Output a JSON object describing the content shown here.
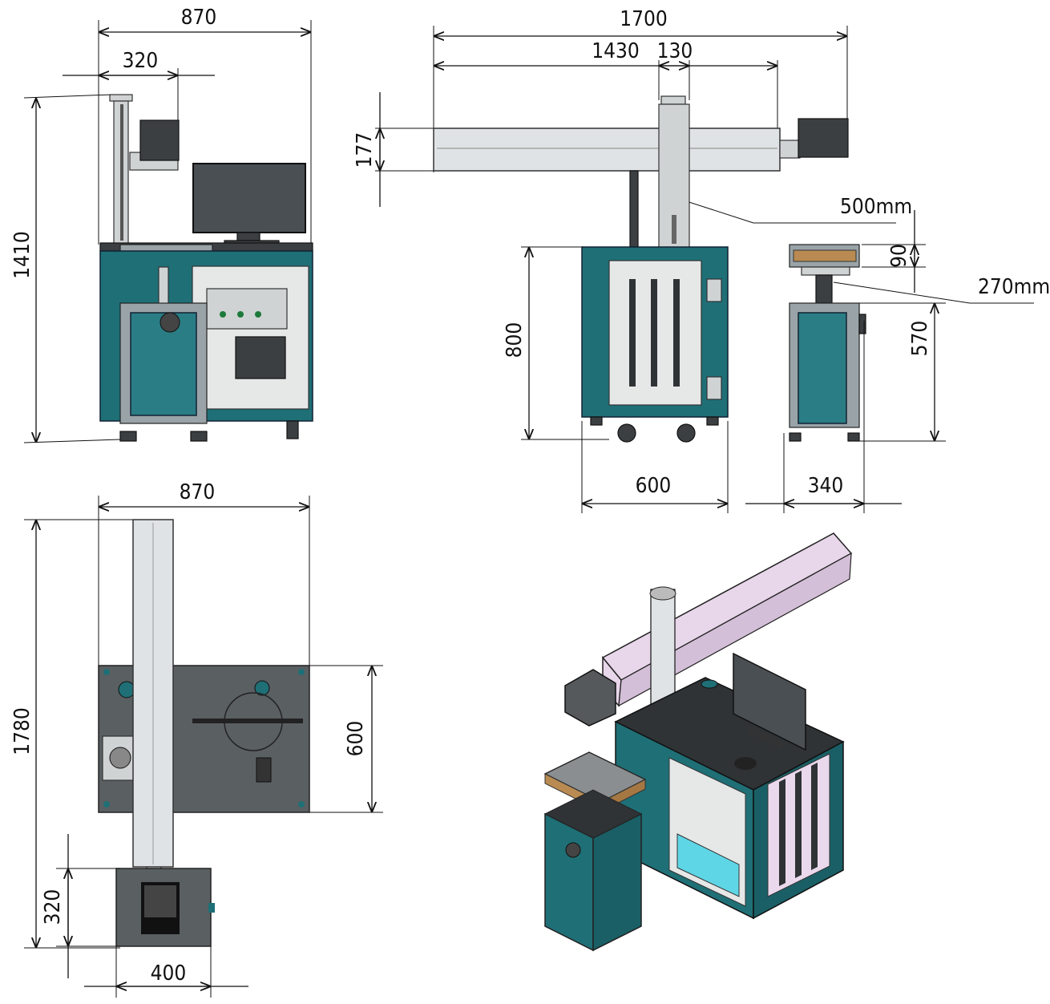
{
  "dimensions": {
    "front_width": "870",
    "front_head_offset": "320",
    "front_height": "1410",
    "side_length": "1700",
    "side_arm": "1430",
    "side_column": "130",
    "side_rail_height": "177",
    "side_lift": "500mm",
    "side_cabinet_height": "800",
    "side_cabinet_depth": "600",
    "table_thickness": "90",
    "table_lift": "270mm",
    "table_stand_height": "570",
    "table_width": "340",
    "top_width": "870",
    "top_length": "1780",
    "top_depth": "600",
    "top_table_depth": "320",
    "top_table_width": "400"
  },
  "colors": {
    "cabinet": "#1f6f76",
    "frame": "#9aa4a8",
    "top_plate": "#5a5f62",
    "rail": "#dfe3e5",
    "rail_iso": "#e8d6ea",
    "glow": "#5fd6e6"
  }
}
